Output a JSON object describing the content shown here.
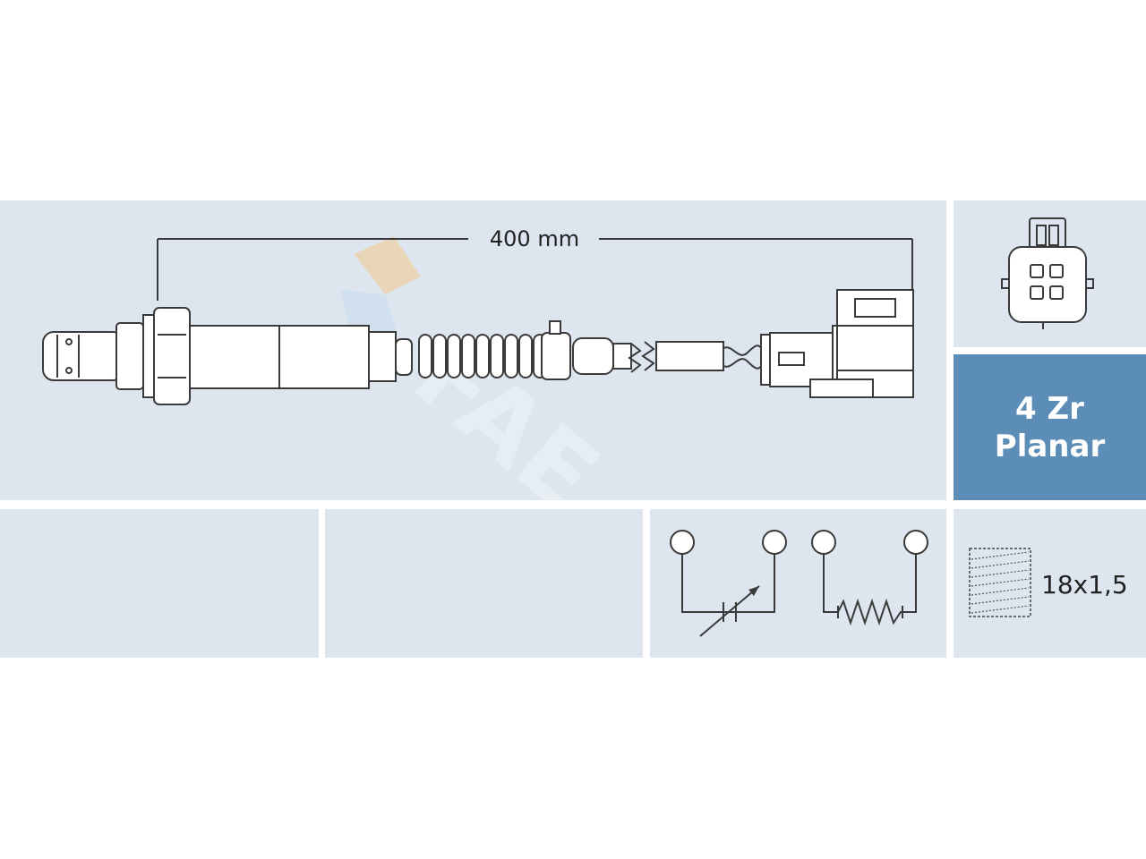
{
  "diagram": {
    "length_label": "400 mm",
    "sensor_type_line1": "4 Zr",
    "sensor_type_line2": "Planar",
    "thread_label": "18x1,5",
    "logo_text": "FAE",
    "colors": {
      "panel": "#dde6ef",
      "accent_blue": "#5b8db6",
      "line": "#3a3a3a",
      "logo_orange": "#f3c98e"
    },
    "icons": [
      "connector-4pin-icon",
      "variable-resistor-icon",
      "heater-resistor-icon",
      "thread-icon"
    ]
  }
}
